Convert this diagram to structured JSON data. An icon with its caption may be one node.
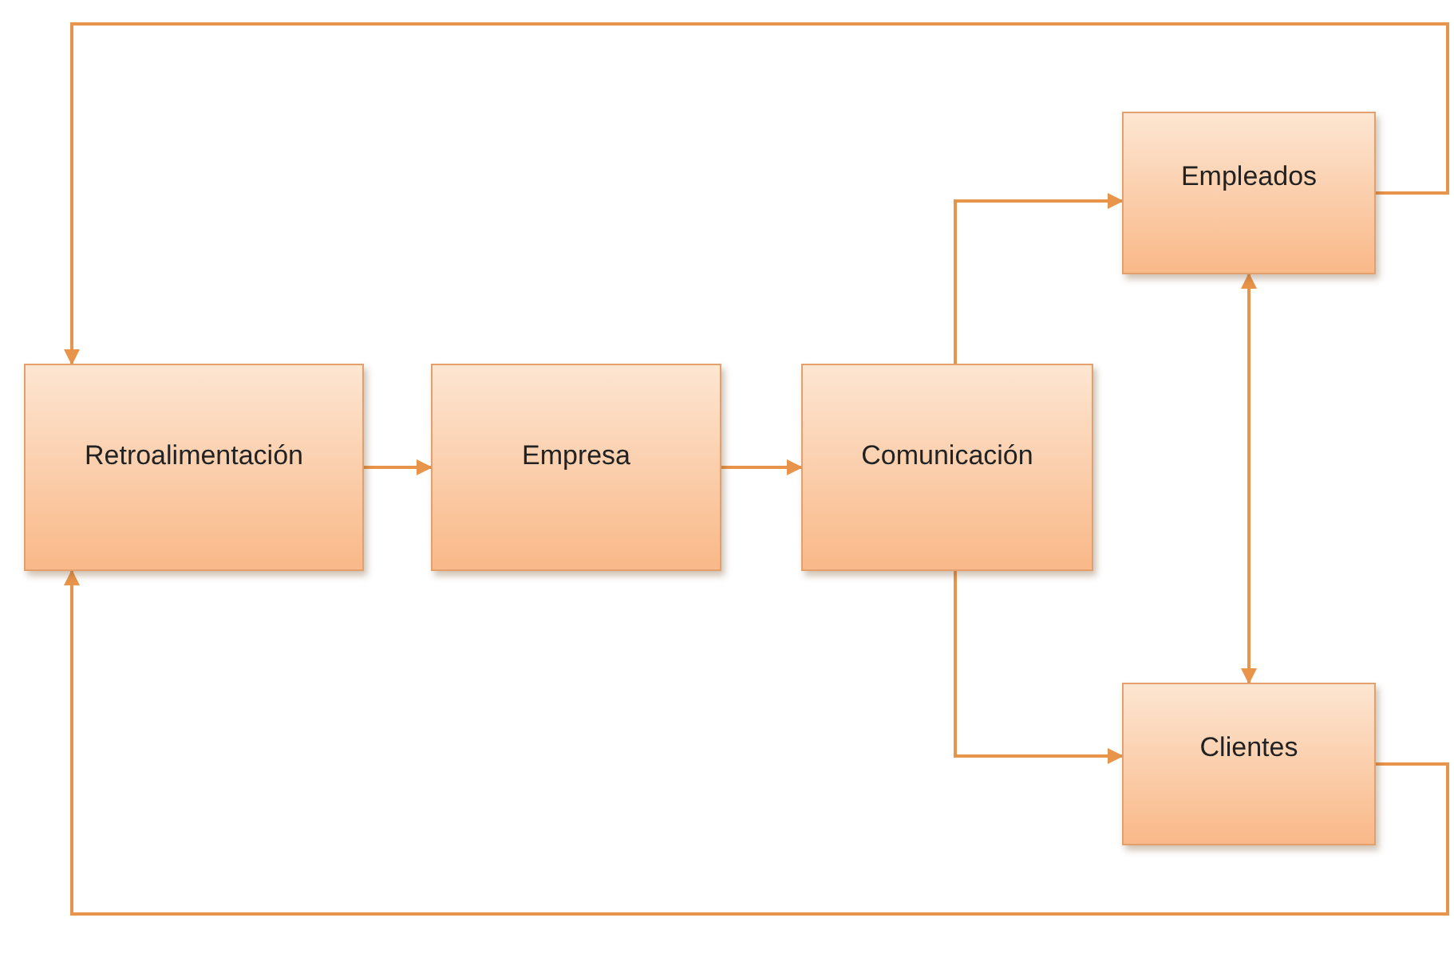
{
  "diagram": {
    "nodes": [
      {
        "text": [
          "Retroalimentación"
        ]
      },
      {
        "text": [
          "Empresa"
        ]
      },
      {
        "text": [
          "Comunicación"
        ]
      },
      {
        "text": [
          "Empleados"
        ]
      },
      {
        "text": [
          "Clientes"
        ]
      }
    ],
    "edges": [
      {
        "from": 0,
        "to": 1,
        "arrow": "to"
      },
      {
        "from": 1,
        "to": 2,
        "arrow": "to"
      },
      {
        "from": 2,
        "to": 3,
        "arrow": "to"
      },
      {
        "from": 2,
        "to": 4,
        "arrow": "to"
      },
      {
        "from": 3,
        "to": 4,
        "arrow": "both"
      },
      {
        "from": 3,
        "to": 0,
        "arrow": "to"
      },
      {
        "from": 4,
        "to": 0,
        "arrow": "to"
      }
    ]
  }
}
